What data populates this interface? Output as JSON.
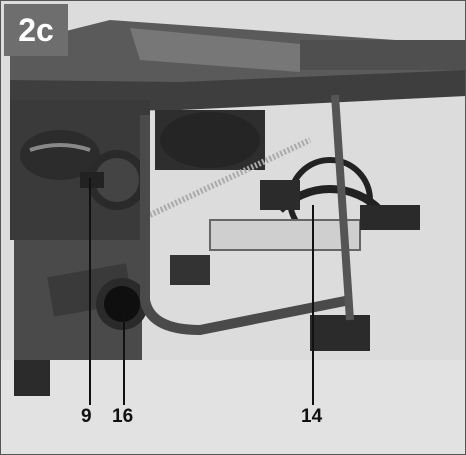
{
  "figure_label": "2c",
  "callouts": {
    "c9": "9",
    "c16": "16",
    "c14": "14"
  },
  "colors": {
    "label_bg": "#6e6e6e",
    "background": "#d9d9d9"
  }
}
